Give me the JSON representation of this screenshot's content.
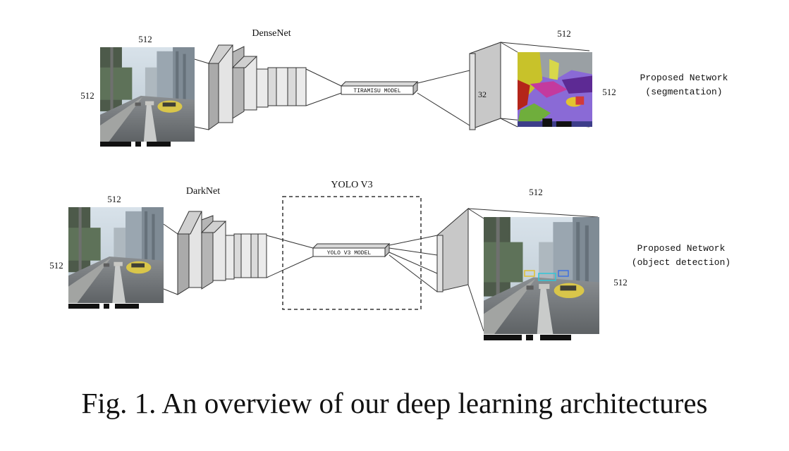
{
  "segmentation": {
    "input_width_label": "512",
    "input_height_label": "512",
    "backbone_label": "DenseNet",
    "model_label": "TIRAMISU MODEL",
    "channels_label": "32",
    "output_width_label": "512",
    "output_height_label": "512",
    "network_title": "Proposed Network",
    "network_subtitle": "(segmentation)"
  },
  "detection": {
    "input_width_label": "512",
    "input_height_label": "512",
    "backbone_label": "DarkNet",
    "group_label": "YOLO V3",
    "model_label": "YOLO V3 MODEL",
    "output_width_label": "512",
    "output_height_label": "512",
    "network_title": "Proposed Network",
    "network_subtitle": "(object detection)"
  },
  "caption": "Fig. 1. An overview of our deep learning architectures"
}
